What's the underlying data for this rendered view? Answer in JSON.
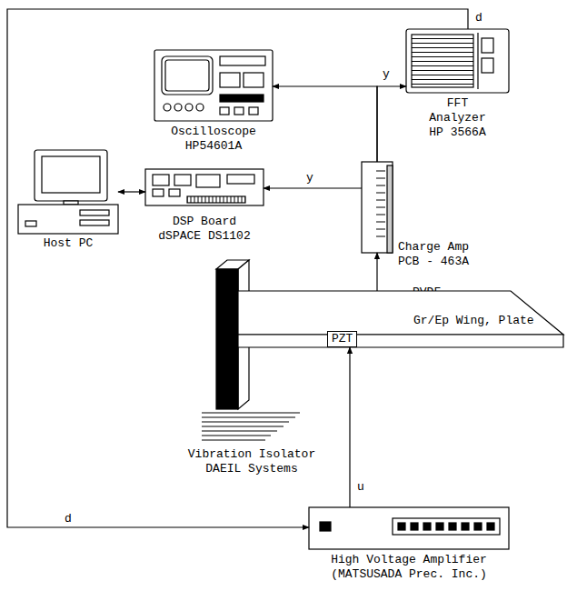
{
  "diagram": {
    "nodes": [
      {
        "text": [
          "FFT Analyzer HP 3566A"
        ]
      },
      {
        "text": [
          "Oscilloscope HP54601A"
        ]
      },
      {
        "text": [
          "Host PC"
        ]
      },
      {
        "text": [
          "DSP Board dSPACE DS1102"
        ]
      },
      {
        "text": [
          "Charge Amp PCB - 463A"
        ]
      },
      {
        "text": [
          "PVDF"
        ]
      },
      {
        "text": [
          "Gr/Ep Wing, Plate"
        ]
      },
      {
        "text": [
          "PZT"
        ],
        "in": 6
      },
      {
        "text": [
          "Vibration Isolator DAEIL Systems"
        ]
      },
      {
        "text": [
          "High Voltage Amplifier (MATSUSADA Prec. Inc.)"
        ]
      }
    ],
    "edges": [
      {
        "from": 4,
        "to": 1,
        "arrow": "to",
        "label": "y"
      },
      {
        "from": 4,
        "to": 0,
        "arrow": "to"
      },
      {
        "from": 4,
        "to": 3,
        "arrow": "to",
        "label": "y"
      },
      {
        "from": 3,
        "to": 2,
        "arrow": "both"
      },
      {
        "from": 5,
        "to": 4,
        "arrow": "to"
      },
      {
        "from": 0,
        "to": 9,
        "arrow": "to",
        "label": "d"
      },
      {
        "from": 9,
        "to": 7,
        "arrow": "to",
        "label": "u"
      }
    ],
    "labels": [
      "d"
    ]
  }
}
